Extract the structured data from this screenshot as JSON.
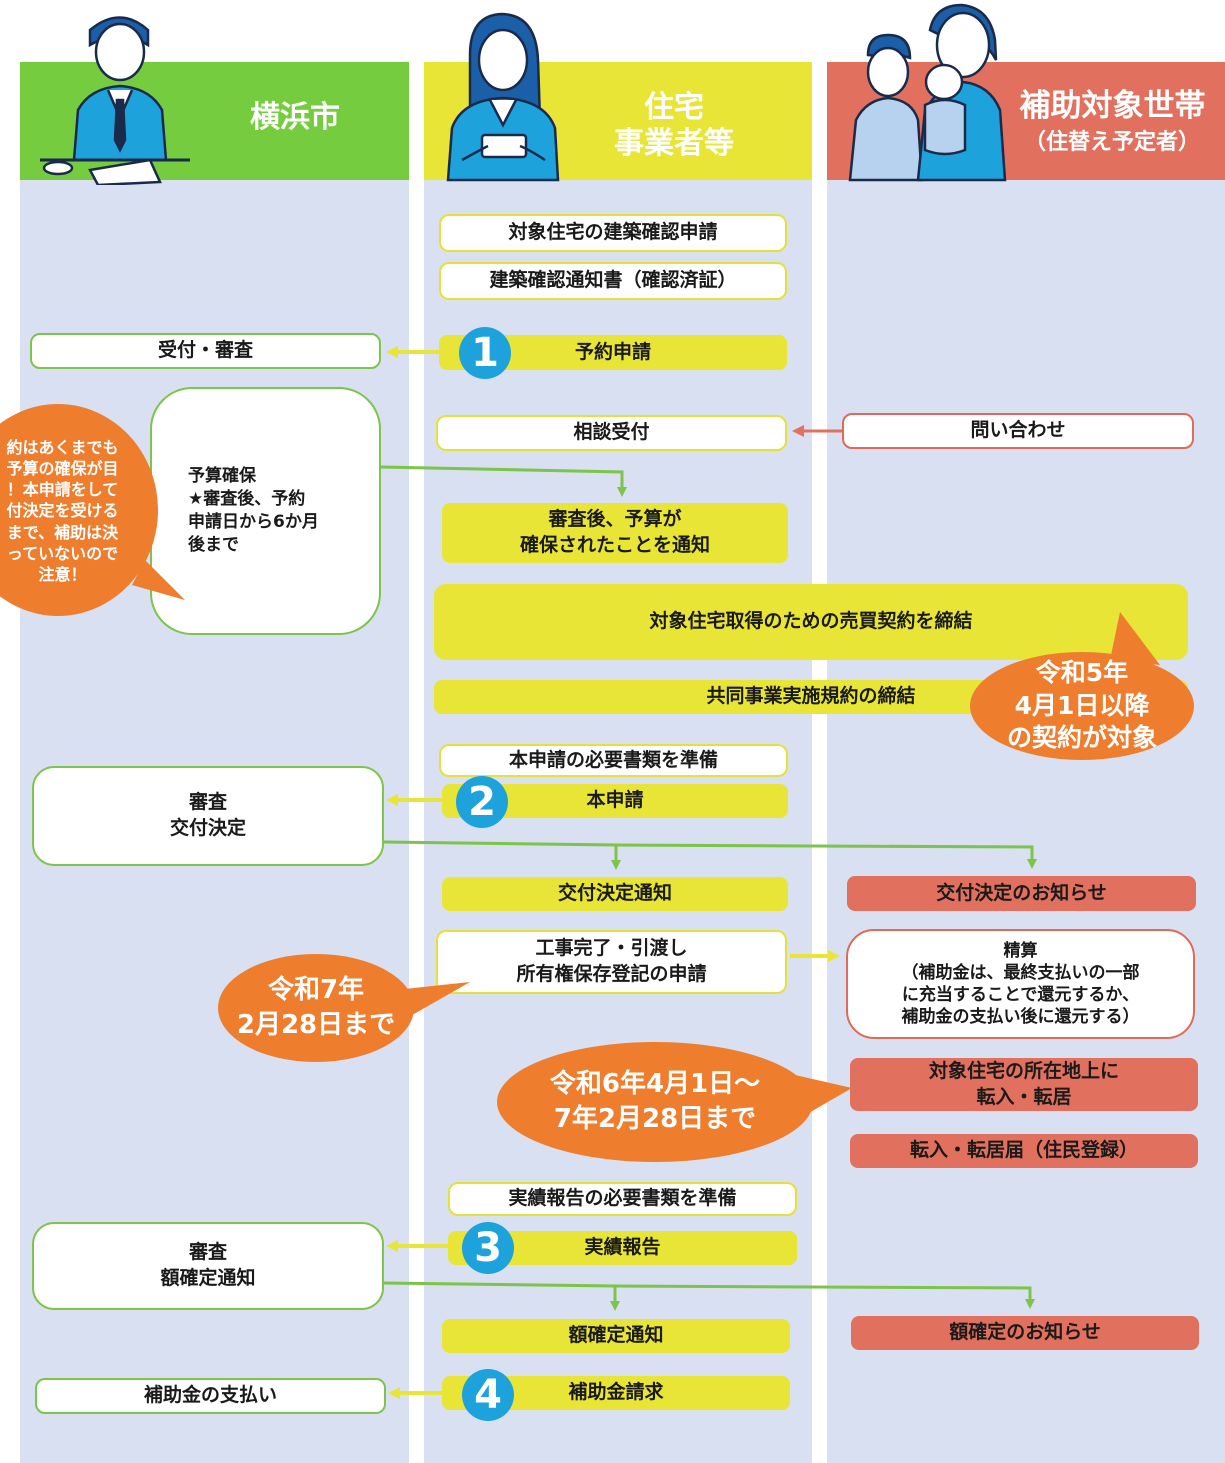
{
  "colors": {
    "city": "#76cc3f",
    "business": "#e8e536",
    "household": "#e2705e",
    "lane_bg": "#d8e0f1",
    "callout": "#ee7d2e",
    "number_badge": "#1da2dc",
    "arrow_green": "#7cc44a",
    "arrow_yellow": "#e8e536",
    "arrow_red": "#e2705e"
  },
  "lanes": {
    "city": {
      "title": "横浜市"
    },
    "business": {
      "title": "住宅\n事業者等"
    },
    "household": {
      "title": "補助対象世帯",
      "subtitle": "（住替え予定者）"
    }
  },
  "business_steps": {
    "build_confirm_apply": "対象住宅の建築確認申請",
    "build_confirm_notice": "建築確認通知書（確認済証）",
    "reservation": "予約申請",
    "consult": "相談受付",
    "budget_notice": "審査後、予算が\n確保されたことを通知",
    "sales_contract": "対象住宅取得のための売買契約を締結",
    "joint_rules": "共同事業実施規約の締結",
    "prep_docs": "本申請の必要書類を準備",
    "main_apply": "本申請",
    "grant_notice": "交付決定通知",
    "completion": "工事完了・引渡し\n所有権保存登記の申請",
    "prep_report": "実績報告の必要書類を準備",
    "report": "実績報告",
    "amount_notice": "額確定通知",
    "claim": "補助金請求"
  },
  "city_steps": {
    "reception": "受付・審査",
    "budget": "予算確保\n★審査後、予約\n申請日から6か月\n後まで",
    "review_grant": "審査\n交付決定",
    "review_amount": "審査\n額確定通知",
    "payment": "補助金の支払い"
  },
  "household_steps": {
    "inquiry": "問い合わせ",
    "grant_info": "交付決定のお知らせ",
    "settlement": "精算\n（補助金は、最終支払いの一部\nに充当することで還元するか、\n補助金の支払い後に還元する）",
    "move_in": "対象住宅の所在地上に\n転入・転居",
    "move_notice": "転入・転居届（住民登録）",
    "amount_info": "額確定のお知らせ"
  },
  "numbers": [
    "1",
    "2",
    "3",
    "4"
  ],
  "callouts": {
    "reservation_note": "約はあくまでも\n予算の確保が目\n！本申請をして\n付決定を受ける\nまで、補助は決\nっていないので\n注意！",
    "contract_date": "令和5年\n4月1日以降\nの契約が対象",
    "deadline": "令和7年\n2月28日まで",
    "move_period": "令和6年4月1日～\n7年2月28日まで"
  },
  "icons": {
    "city": "official-at-desk-icon",
    "business": "staff-woman-with-tablet-icon",
    "household": "family-with-baby-icon"
  }
}
